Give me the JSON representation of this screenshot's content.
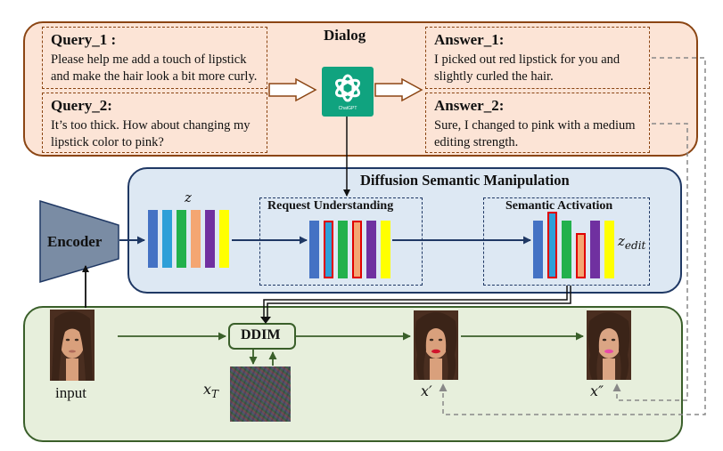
{
  "dialog": {
    "title": "Dialog",
    "query1": {
      "title": "Query_1 :",
      "line1": "Please help me add a touch of lipstick",
      "line2": "and make the hair look a bit more curly."
    },
    "query2": {
      "title": "Query_2:",
      "line1": "It’s too thick. How about changing my",
      "line2": "lipstick color to pink?"
    },
    "answer1": {
      "title": "Answer_1:",
      "line1": "I picked out red lipstick for you and",
      "line2": "slightly curled the hair."
    },
    "answer2": {
      "title": "Answer_2:",
      "line1": "Sure, I changed to pink with a medium",
      "line2": "editing strength."
    },
    "chatgpt_label": "ChatGPT"
  },
  "manipulation": {
    "title": "Diffusion Semantic Manipulation",
    "request_understanding": "Request Understanding",
    "semantic_activation": "Semantic Activation",
    "z_label": "z",
    "z_edit_label": "z",
    "z_edit_sub": "edit"
  },
  "encoder": {
    "label": "Encoder"
  },
  "pipeline": {
    "ddim_label": "DDIM",
    "input_label": "input",
    "xT_label": "x",
    "xT_sub": "T",
    "x_prime_label": "x′",
    "x_double_prime_label": "x″"
  },
  "colors": {
    "dialog_bg": "#fce4d6",
    "dialog_border": "#8b4513",
    "dsm_bg": "#dde8f3",
    "dsm_border": "#1f3864",
    "bottom_bg": "#e7efdc",
    "bottom_border": "#3a5f2a",
    "chatgpt_green": "#10a37f",
    "encoder_fill": "#7a8ca4",
    "latent_bars": [
      "#4472c4",
      "#2e9fd8",
      "#22b14c",
      "#f4a672",
      "#7030a0",
      "#ffff00"
    ],
    "highlight_border": "#e00000",
    "red_lip": "#d0142c",
    "pink_lip": "#e84aa8"
  }
}
